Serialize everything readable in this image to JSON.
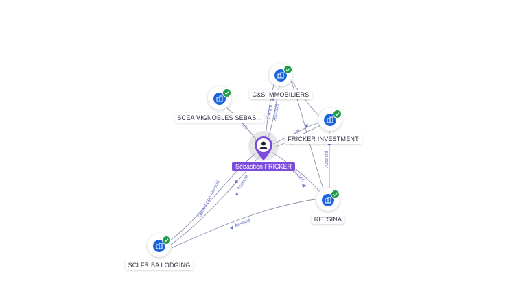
{
  "colors": {
    "edge": "#8a8fae",
    "edge_label": "#6b74c9",
    "company_icon": "#1a64e0",
    "check": "#1f9e49",
    "person": "#7c4ddc"
  },
  "person": {
    "name": "Sébastien FRICKER",
    "icon": "person-icon"
  },
  "companies": {
    "cs": {
      "name": "C&S IMMOBILIERS",
      "icon": "building-icon",
      "verified": true
    },
    "scea": {
      "name": "SCEA VIGNOBLES SEBAS...",
      "icon": "building-icon",
      "verified": true
    },
    "fricker": {
      "name": "FRICKER INVESTMENT",
      "icon": "building-icon",
      "verified": true
    },
    "retsina": {
      "name": "RETSINA",
      "icon": "building-icon",
      "verified": true
    },
    "sci": {
      "name": "SCI FRIBA LODGING",
      "icon": "building-icon",
      "verified": true
    }
  },
  "edge_labels": {
    "cs_gerant": "Gérant",
    "cs_associe": "Associé",
    "scea_gerant": "Gérant",
    "fricker_associe": "Associé",
    "retsina_associe_pf": "Associé",
    "person_retsina_gerant": "Gérant",
    "person_sci_gerant_non_associe": "Gérant non associé",
    "person_sci_associe": "Associé",
    "retsina_sci_associe": "Associé"
  }
}
